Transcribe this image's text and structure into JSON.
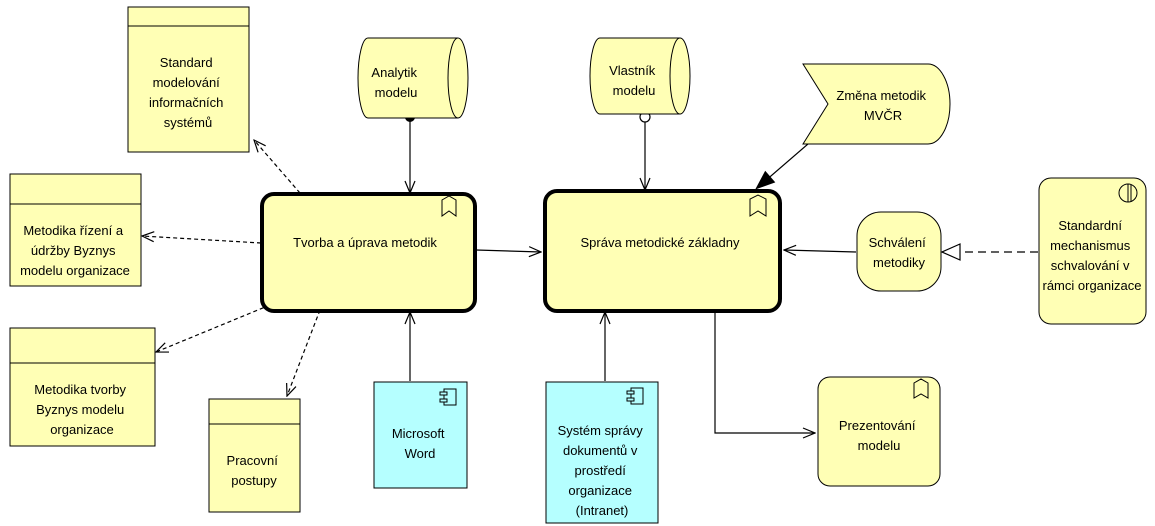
{
  "colors": {
    "business": "#ffffb5",
    "application": "#b5ffff",
    "border": "#000000",
    "background": "#ffffff"
  },
  "nodes": {
    "standard_modelovani": {
      "lines": [
        "Standard",
        "modelování",
        "informačních",
        "systémů"
      ],
      "kind": "business-object"
    },
    "metodika_rizeni": {
      "lines": [
        "Metodika řízení a",
        "údržby Byznys",
        "modelu organizace"
      ],
      "kind": "business-object"
    },
    "metodika_tvorby": {
      "lines": [
        "Metodika tvorby",
        "Byznys modelu",
        "organizace"
      ],
      "kind": "business-object"
    },
    "pracovni_postupy": {
      "lines": [
        "Pracovní",
        "postupy"
      ],
      "kind": "business-object"
    },
    "analytik_modelu": {
      "lines": [
        "Analytik",
        "modelu"
      ],
      "kind": "business-role"
    },
    "vlastnik_modelu": {
      "lines": [
        "Vlastník",
        "modelu"
      ],
      "kind": "business-role"
    },
    "zmena_metodik": {
      "lines": [
        "Změna metodik",
        "MVČR"
      ],
      "kind": "business-event"
    },
    "tvorba_uprava": {
      "lines": [
        "Tvorba a úprava metodik"
      ],
      "kind": "business-function"
    },
    "sprava_zakladny": {
      "lines": [
        "Správa metodické základny"
      ],
      "kind": "business-function"
    },
    "schvaleni_metodiky": {
      "lines": [
        "Schválení",
        "metodiky"
      ],
      "kind": "business-service"
    },
    "standardni_mechanismus": {
      "lines": [
        "Standardní",
        "mechanismus",
        "schvalování v",
        "rámci organizace"
      ],
      "kind": "business-interface"
    },
    "prezentovani_modelu": {
      "lines": [
        "Prezentování",
        "modelu"
      ],
      "kind": "business-function"
    },
    "microsoft_word": {
      "lines": [
        "Microsoft",
        "Word"
      ],
      "kind": "application-component"
    },
    "system_spravy": {
      "lines": [
        "Systém správy",
        "dokumentů v",
        "prostředí",
        "organizace",
        "(Intranet)"
      ],
      "kind": "application-component"
    }
  }
}
